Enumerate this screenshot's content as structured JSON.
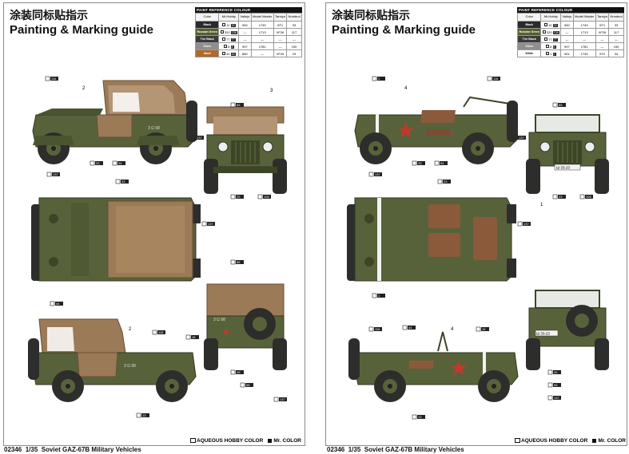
{
  "header": {
    "title_zh": "涂装同标贴指示",
    "title_en": "Painting & Marking guide"
  },
  "paint_table": {
    "caption": "PAINT  REFERENCE COLOUR",
    "columns": [
      "Color",
      "Mr.Hobby",
      "Vallejo",
      "Model Master",
      "Tamiya",
      "Humbrol"
    ],
    "left_rows": [
      {
        "name": "Black",
        "color": "#2a2a2a",
        "hobby": "12",
        "mr": "33",
        "vallejo": "950",
        "mm": "1749",
        "tamiya": "XF1",
        "humbrol": "33"
      },
      {
        "name": "Russian Green",
        "color": "#52602f",
        "hobby": "320",
        "mr": "136",
        "vallejo": "—",
        "mm": "1713",
        "tamiya": "XF26",
        "humbrol": "117"
      },
      {
        "name": "Tire Black",
        "color": "#3b3b3b",
        "hobby": "77",
        "mr": "77",
        "vallejo": "—",
        "mm": "—",
        "tamiya": "—",
        "humbrol": "—"
      },
      {
        "name": "Silver",
        "color": "#8f8f8f",
        "hobby": "8",
        "mr": "8",
        "vallejo": "997",
        "mm": "1781",
        "tamiya": "—",
        "humbrol": "190"
      },
      {
        "name": "Sand",
        "color": "#b06a2a",
        "hobby": "44",
        "mr": "44",
        "vallejo": "880",
        "mm": "—",
        "tamiya": "XF49",
        "humbrol": "23"
      }
    ],
    "right_rows": [
      {
        "name": "Black",
        "color": "#2a2a2a",
        "hobby": "12",
        "mr": "33",
        "vallejo": "950",
        "mm": "1749",
        "tamiya": "XF1",
        "humbrol": "33"
      },
      {
        "name": "Russian Green",
        "color": "#52602f",
        "hobby": "320",
        "mr": "136",
        "vallejo": "—",
        "mm": "1713",
        "tamiya": "XF26",
        "humbrol": "117"
      },
      {
        "name": "Tire Black",
        "color": "#3b3b3b",
        "hobby": "77",
        "mr": "77",
        "vallejo": "—",
        "mm": "—",
        "tamiya": "—",
        "humbrol": "—"
      },
      {
        "name": "Silver",
        "color": "#8f8f8f",
        "hobby": "8",
        "mr": "8",
        "vallejo": "997",
        "mm": "1781",
        "tamiya": "—",
        "humbrol": "190"
      },
      {
        "name": "White",
        "color": "#ffffff",
        "hobby": "1",
        "mr": "1",
        "vallejo": "951",
        "mm": "1745",
        "tamiya": "XF2",
        "humbrol": "34"
      }
    ]
  },
  "callouts_left": {
    "a": "116",
    "b": "2",
    "c": "3",
    "d": "85",
    "e": "137",
    "f": "33",
    "g": "94",
    "h": "29",
    "i": "137",
    "j": "33",
    "k": "106",
    "l": "137",
    "m": "85",
    "n": "2",
    "o": "116",
    "p": "44",
    "q": "49",
    "r": "137",
    "s": "58",
    "t": "16",
    "u": "13"
  },
  "callouts_right": {
    "a": "1",
    "b": "4",
    "c": "116",
    "d": "85",
    "e": "137",
    "f": "33",
    "g": "94",
    "h": "23",
    "i": "137",
    "j": "33",
    "k": "106",
    "l": "137",
    "m": "1",
    "n": "4",
    "o": "116",
    "p": "44",
    "q": "49",
    "r": "137",
    "s": "58",
    "t": "16",
    "u": "13",
    "v": "1"
  },
  "plates": {
    "left": "3 Ω 98",
    "right": "Ш 33-23"
  },
  "legend": {
    "hobby": "AQUEOUS HOBBY COLOR",
    "mr": "Mr. COLOR"
  },
  "footer": {
    "code": "02346",
    "scale": "1/35",
    "name": "Soviet GAZ-67B Military Vehicles"
  },
  "colors": {
    "olive": "#58623a",
    "olive_dark": "#3d4527",
    "canvas": "#9b7a58",
    "canvas_dark": "#7d5d40",
    "tire": "#2d2d2b",
    "star": "#c0392b"
  }
}
